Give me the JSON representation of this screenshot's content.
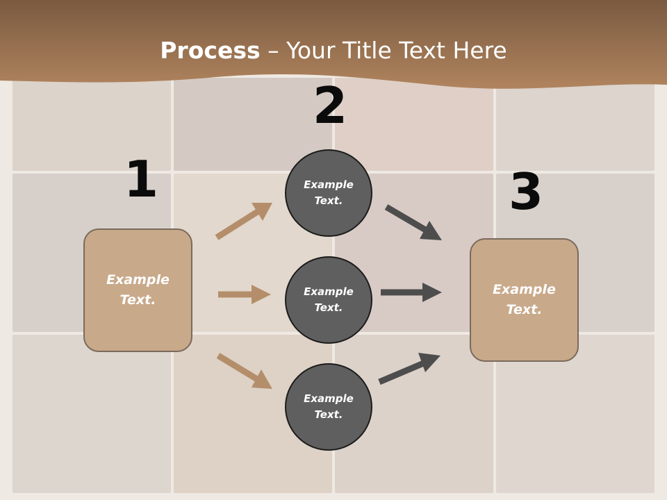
{
  "title": {
    "bold": "Process",
    "rest": " – Your Title Text Here"
  },
  "steps": {
    "one": "1",
    "two": "2",
    "three": "3"
  },
  "left_box": {
    "line1": "Example",
    "line2": "Text."
  },
  "right_box": {
    "line1": "Example",
    "line2": "Text."
  },
  "circles": [
    {
      "line1": "Example",
      "line2": "Text."
    },
    {
      "line1": "Example",
      "line2": "Text."
    },
    {
      "line1": "Example",
      "line2": "Text."
    }
  ],
  "colors": {
    "header": "#a67e5b",
    "box_fill": "#c8a98a",
    "circle_fill": "#5f5f5f",
    "arrow_tan": "#b48e6b",
    "arrow_dark": "#4d4d4d"
  }
}
